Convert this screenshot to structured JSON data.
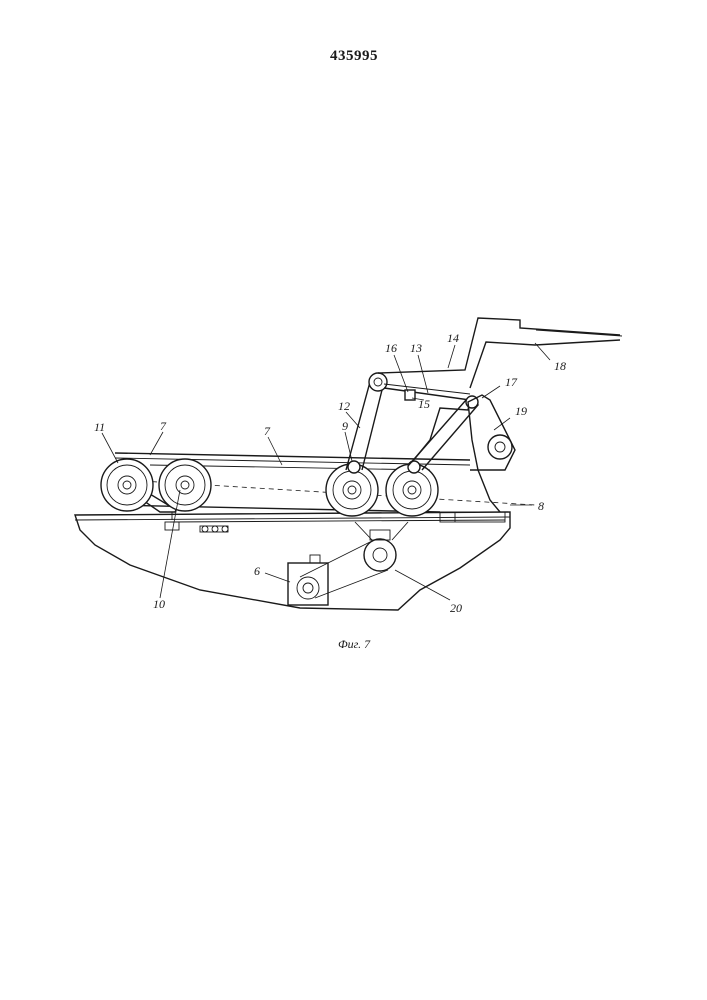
{
  "document": {
    "patent_number": "435995",
    "figure_caption": "Фиг. 7"
  },
  "labels": {
    "l6": "6",
    "l7a": "7",
    "l7b": "7",
    "l8": "8",
    "l9": "9",
    "l10": "10",
    "l11": "11",
    "l12": "12",
    "l13": "13",
    "l14": "14",
    "l15": "15",
    "l16": "16",
    "l17": "17",
    "l18": "18",
    "l19": "19",
    "l20": "20"
  }
}
